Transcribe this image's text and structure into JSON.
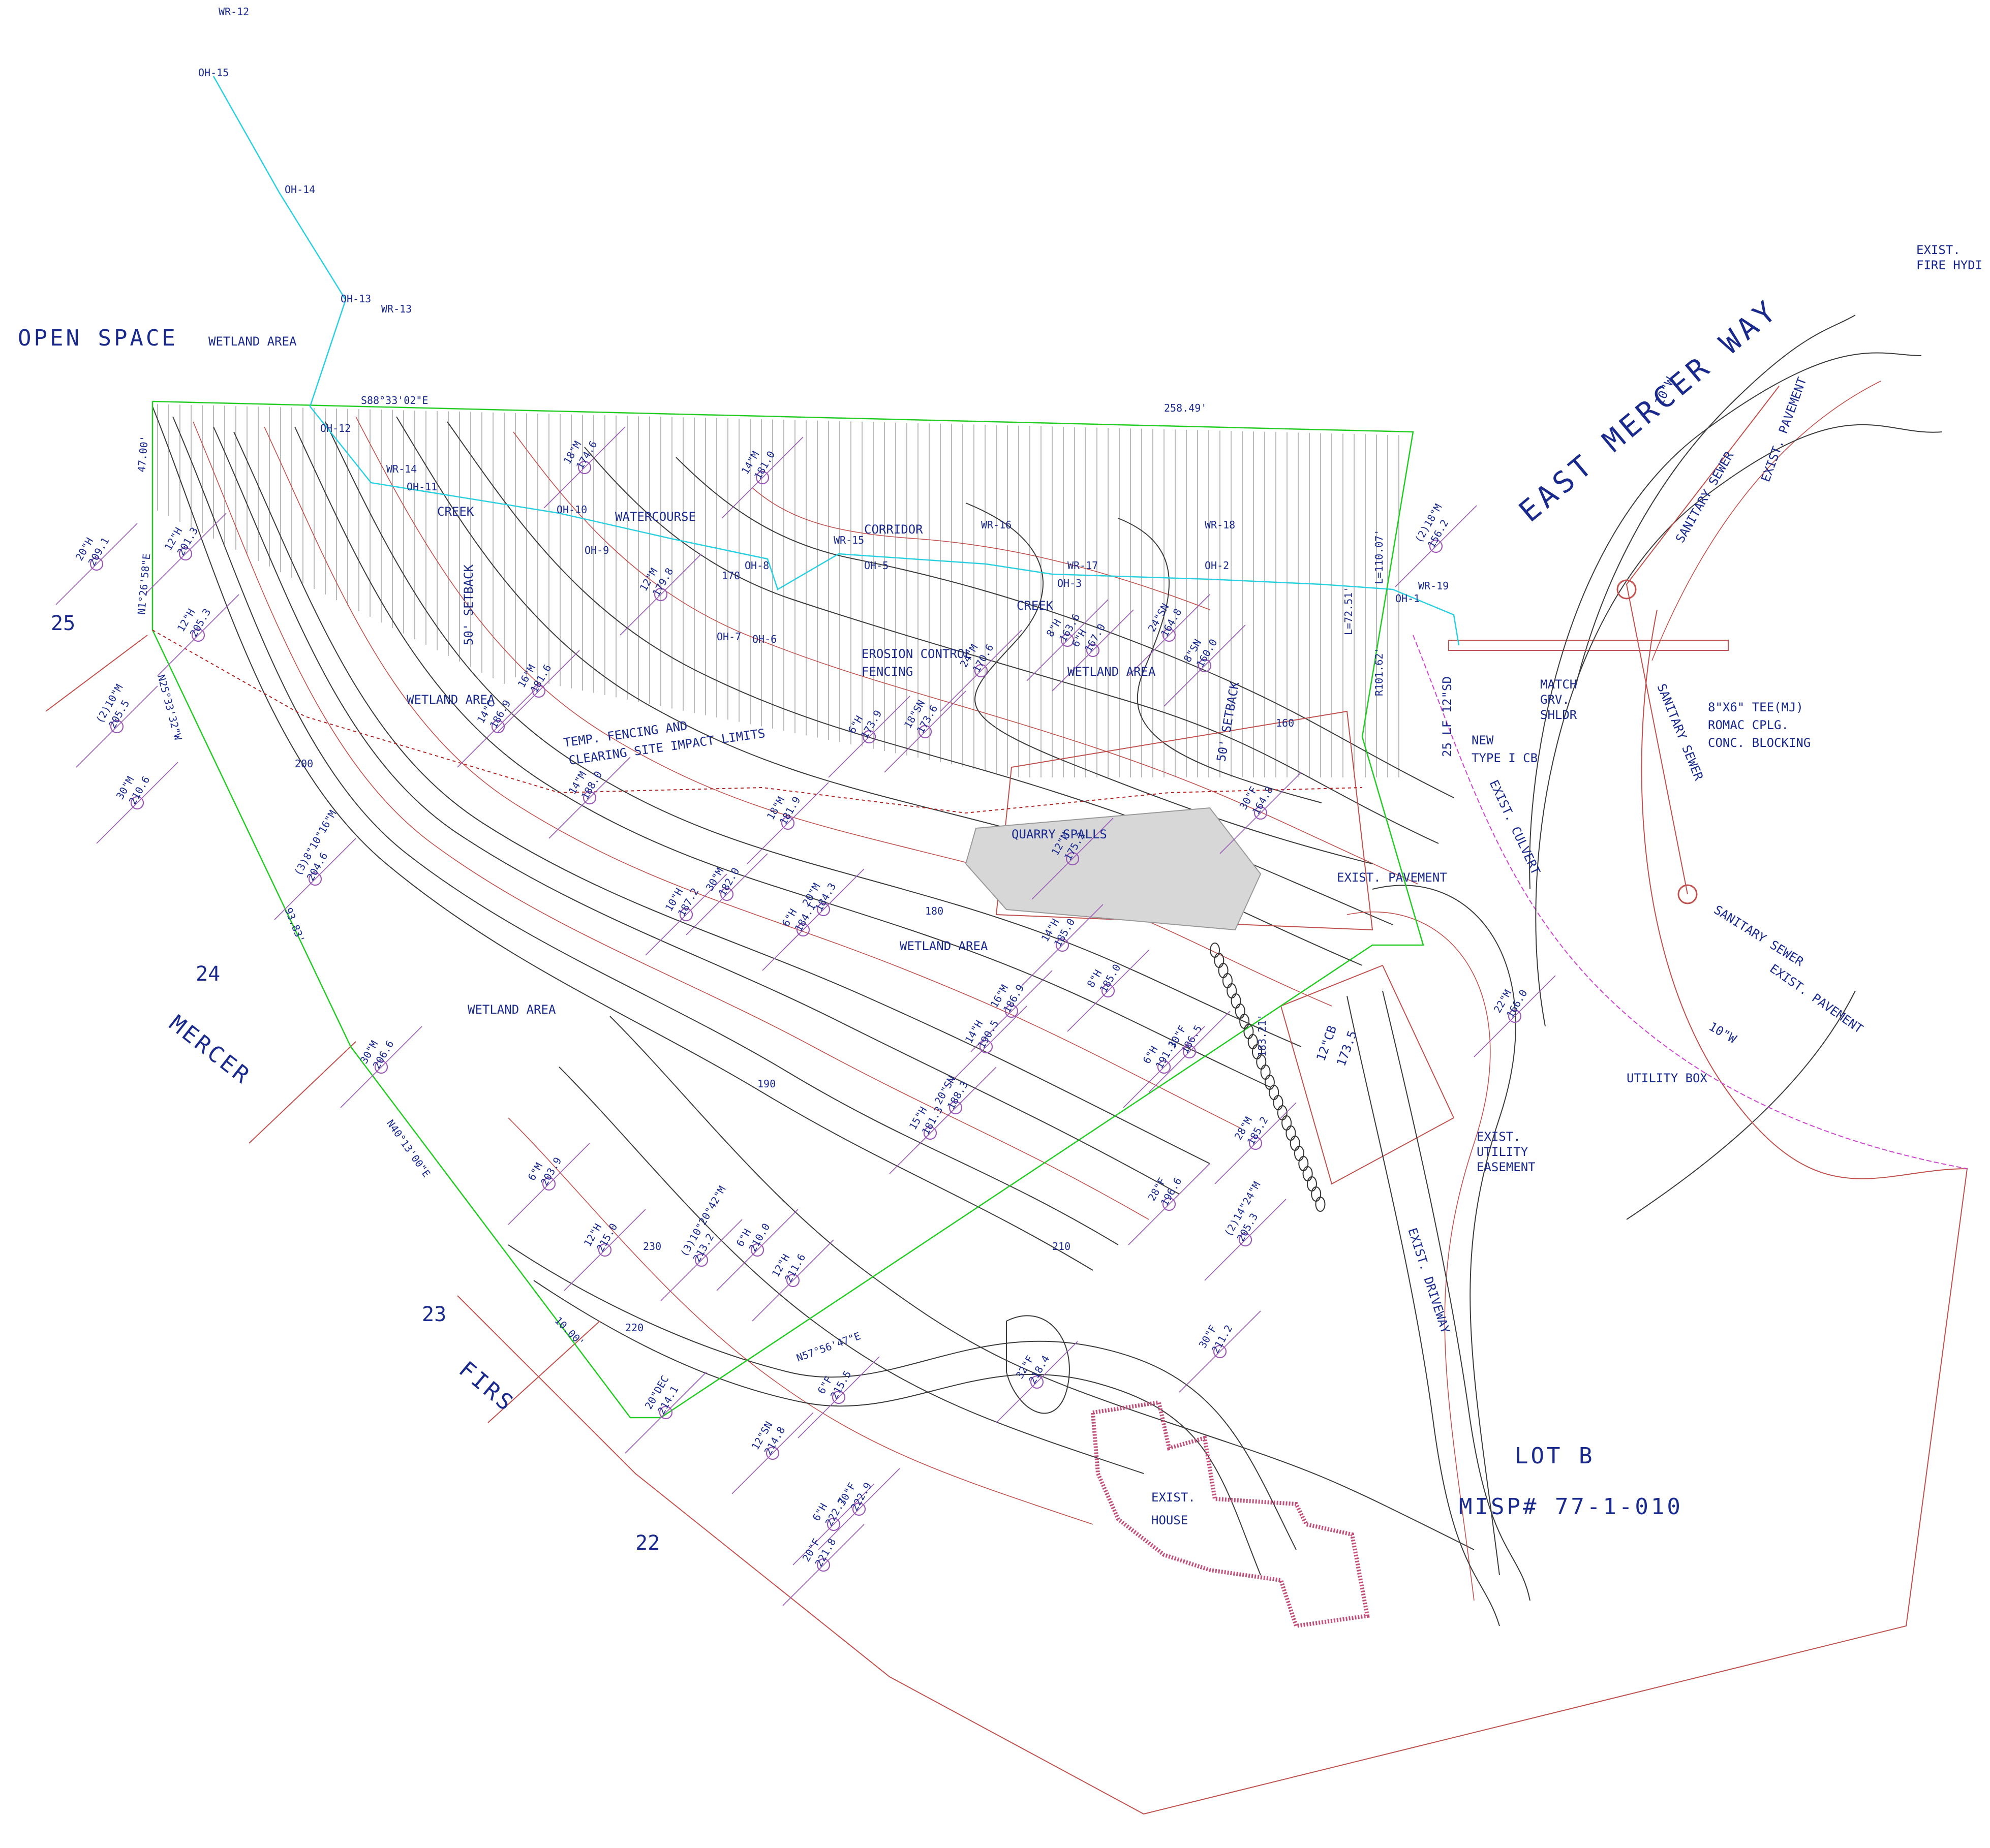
{
  "labels": {
    "open_space": "OPEN SPACE",
    "wetland_area": "WETLAND AREA",
    "east_mercer_way": "EAST MERCER WAY",
    "mercer": "MERCER",
    "firs": "FIRS",
    "lot_b": "LOT B",
    "misp": "MISP# 77-1-010",
    "exist_house": "EXIST.",
    "exist_house2": "HOUSE",
    "creek": "CREEK",
    "watercourse": "WATERCOURSE",
    "corridor": "CORRIDOR",
    "erosion_control": "EROSION CONTROL",
    "fencing": "FENCING",
    "setback": "50' SETBACK",
    "temp_fencing_1": "TEMP. FENCING AND",
    "temp_fencing_2": "CLEARING SITE IMPACT LIMITS",
    "quarry_spalls": "QUARRY SPALLS",
    "exist_pavement": "EXIST. PAVEMENT",
    "exist_culvert": "EXIST. CULVERT",
    "new_cb_1": "NEW",
    "new_cb_2": "TYPE I CB",
    "match_1": "MATCH",
    "match_2": "GRV.",
    "match_3": "SHLDR",
    "tee_1": "8\"X6\" TEE(MJ)",
    "tee_2": "ROMAC CPLG.",
    "tee_3": "CONC. BLOCKING",
    "sanitary_sewer": "SANITARY SEWER",
    "utility_box": "UTILITY BOX",
    "util_ease_1": "EXIST.",
    "util_ease_2": "UTILITY",
    "util_ease_3": "EASEMENT",
    "exist_driveway": "EXIST. DRIVEWAY",
    "fire_hyd_1": "EXIST.",
    "fire_hyd_2": "FIRE HYDI",
    "water_10": "10\"W",
    "cb_12": "12\"CB",
    "cb_12_elev": "173.5",
    "lf_12sd": "25 LF 12\"SD",
    "curve_1": "L=72.51'",
    "curve_2": "L=110.07'",
    "curve_3": "R101.62'",
    "brg_top": "S88°33'02\"E",
    "dist_top": "258.49'",
    "dist_left": "47.00'",
    "brg_left": "N1°26'58\"E",
    "brg_left2": "N25°33'32\"W",
    "dist_9383": "93.83'",
    "brg_n40": "N40°13'00\"E",
    "dist_1000": "10.00'",
    "brg_n57": "N57°56'47\"E",
    "dist_18321": "183.21'"
  },
  "lot_numbers": [
    "25",
    "24",
    "23",
    "22"
  ],
  "stations": [
    "WR-12",
    "OH-15",
    "OH-14",
    "OH-13",
    "WR-13",
    "OH-12",
    "WR-14",
    "OH-11",
    "OH-10",
    "OH-9",
    "OH-8",
    "WR-15",
    "OH-5",
    "WR-16",
    "OH-7",
    "OH-6",
    "OH-3",
    "WR-17",
    "OH-2",
    "WR-18",
    "WR-19",
    "OH-1"
  ],
  "contours": [
    "230",
    "220",
    "210",
    "200",
    "190",
    "180",
    "170",
    "160"
  ],
  "trees": [
    {
      "size": "20\"H",
      "elev": "209.1"
    },
    {
      "size": "12\"H",
      "elev": "201.3"
    },
    {
      "size": "12\"H",
      "elev": "205.3"
    },
    {
      "size": "(2)10\"M",
      "elev": "205.5"
    },
    {
      "size": "30\"M",
      "elev": "210.6"
    },
    {
      "size": "18\"M",
      "elev": "174.6"
    },
    {
      "size": "14\"M",
      "elev": "181.0"
    },
    {
      "size": "12\"M",
      "elev": "179.8"
    },
    {
      "size": "16\"M",
      "elev": "181.6"
    },
    {
      "size": "14\"C",
      "elev": "186.9"
    },
    {
      "size": "14\"M",
      "elev": "188.0"
    },
    {
      "size": "(3)8\"10\"16\"M",
      "elev": "204.6"
    },
    {
      "size": "30\"M",
      "elev": "206.6"
    },
    {
      "size": "10\"H",
      "elev": "187.2"
    },
    {
      "size": "30\"M",
      "elev": "182.0"
    },
    {
      "size": "18\"M",
      "elev": "181.9"
    },
    {
      "size": "6\"H",
      "elev": "184.1"
    },
    {
      "size": "20\"M",
      "elev": "184.3"
    },
    {
      "size": "6\"H",
      "elev": "173.9"
    },
    {
      "size": "18\"SN",
      "elev": "173.6"
    },
    {
      "size": "24\"M",
      "elev": "170.6"
    },
    {
      "size": "8\"H",
      "elev": "163.6"
    },
    {
      "size": "6\"H",
      "elev": "167.0"
    },
    {
      "size": "24\"SN",
      "elev": "164.8"
    },
    {
      "size": "8\"SN",
      "elev": "160.0"
    },
    {
      "size": "(2)18\"M",
      "elev": "156.2"
    },
    {
      "size": "30\"F",
      "elev": "164.8"
    },
    {
      "size": "12\"M",
      "elev": "175.2"
    },
    {
      "size": "22\"M",
      "elev": "166.0"
    },
    {
      "size": "14\"H",
      "elev": "185.0"
    },
    {
      "size": "8\"H",
      "elev": "185.0"
    },
    {
      "size": "16\"M",
      "elev": "186.9"
    },
    {
      "size": "14\"H",
      "elev": "190.5"
    },
    {
      "size": "30\"F",
      "elev": "186.5"
    },
    {
      "size": "6\"H",
      "elev": "191.1"
    },
    {
      "size": "20\"SN",
      "elev": "188.3"
    },
    {
      "size": "15\"H",
      "elev": "181.3"
    },
    {
      "size": "28\"M",
      "elev": "185.2"
    },
    {
      "size": "28\"F",
      "elev": "196.6"
    },
    {
      "size": "6\"M",
      "elev": "203.9"
    },
    {
      "size": "12\"H",
      "elev": "215.0"
    },
    {
      "size": "(3)10\"20\"42\"M",
      "elev": "213.2"
    },
    {
      "size": "6\"H",
      "elev": "210.0"
    },
    {
      "size": "12\"H",
      "elev": "211.6"
    },
    {
      "size": "(2)14\"24\"M",
      "elev": "205.3"
    },
    {
      "size": "30\"F",
      "elev": "211.2"
    },
    {
      "size": "32\"F",
      "elev": "218.4"
    },
    {
      "size": "20\"DEC",
      "elev": "214.1"
    },
    {
      "size": "12\"SN",
      "elev": "214.8"
    },
    {
      "size": "6\"H",
      "elev": "222.7"
    },
    {
      "size": "30\"F",
      "elev": "222.9"
    },
    {
      "size": "20\"F",
      "elev": "221.8"
    },
    {
      "size": "6\"F",
      "elev": "215.5"
    }
  ],
  "colors": {
    "label": "#1a2a8c",
    "boundary": "#22cc22",
    "property": "#c0504d",
    "overhead": "#29d0e0",
    "tree": "#9b59b6",
    "contour": "#3b3b3b"
  }
}
